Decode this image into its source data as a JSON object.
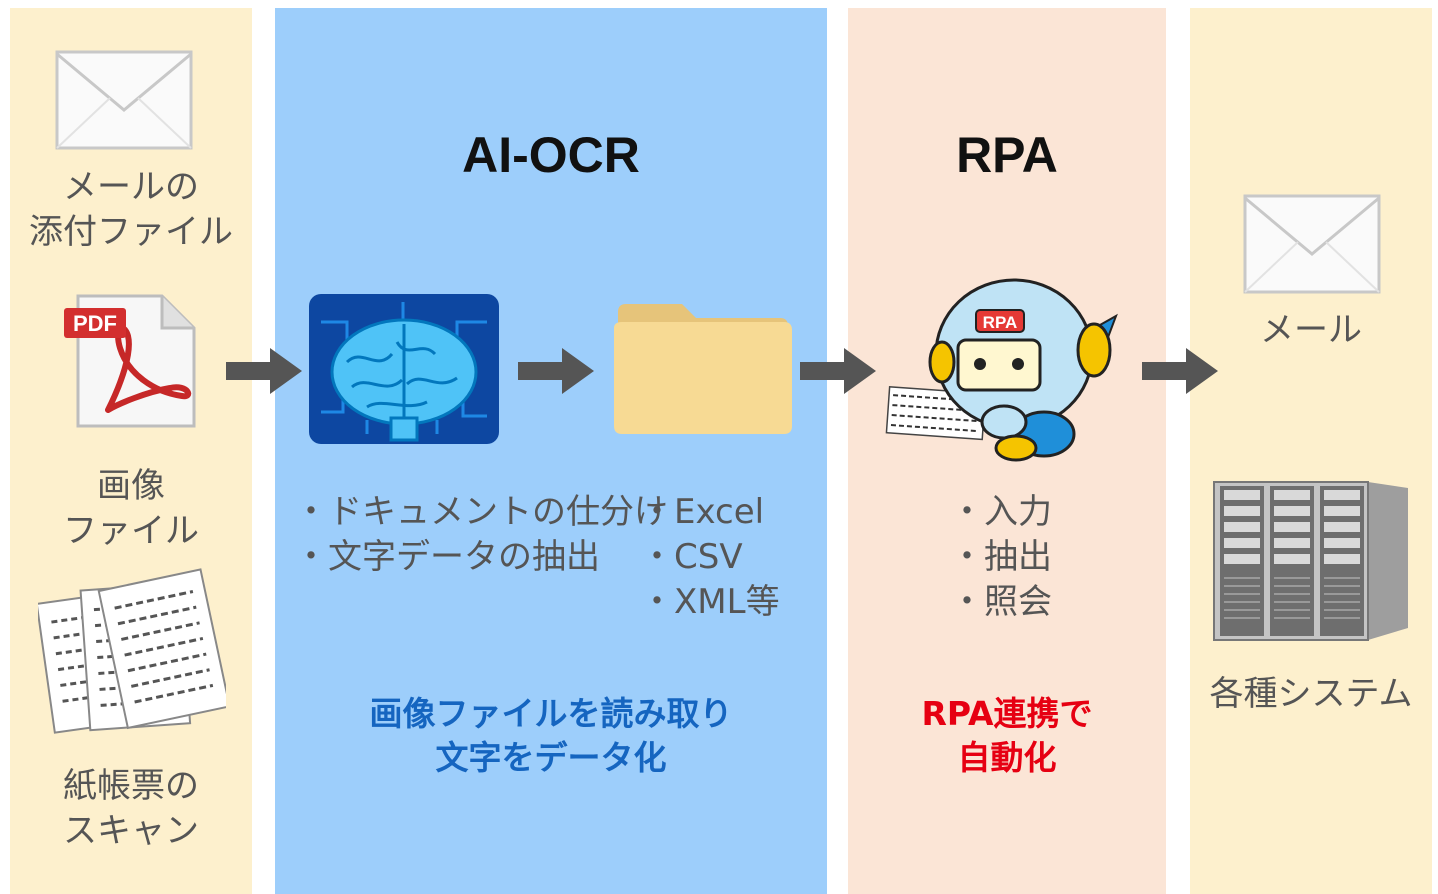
{
  "input": {
    "email_label": "メールの\n添付ファイル",
    "pdf_badge": "PDF",
    "image_label": "画像\nファイル",
    "paper_label": "紙帳票の\nスキャン"
  },
  "aiocr": {
    "title": "AI-OCR",
    "functions": [
      "・ドキュメントの仕分け",
      "・文字データの抽出"
    ],
    "formats": [
      "・Excel",
      "・CSV",
      "・XML等"
    ],
    "caption": [
      "画像ファイルを読み取り",
      "文字をデータ化"
    ],
    "caption_color": "#1565c0"
  },
  "rpa": {
    "title": "RPA",
    "robot_badge": "RPA",
    "actions": [
      "・入力",
      "・抽出",
      "・照会"
    ],
    "caption": [
      "RPA連携で",
      "自動化"
    ],
    "caption_color": "#e60012"
  },
  "output": {
    "email_label": "メール",
    "systems_label": "各種システム"
  },
  "colors": {
    "input_bg": "#fdf0cd",
    "aiocr_bg": "#9dcefb",
    "rpa_bg": "#fbe5d6",
    "arrow": "#555555"
  }
}
